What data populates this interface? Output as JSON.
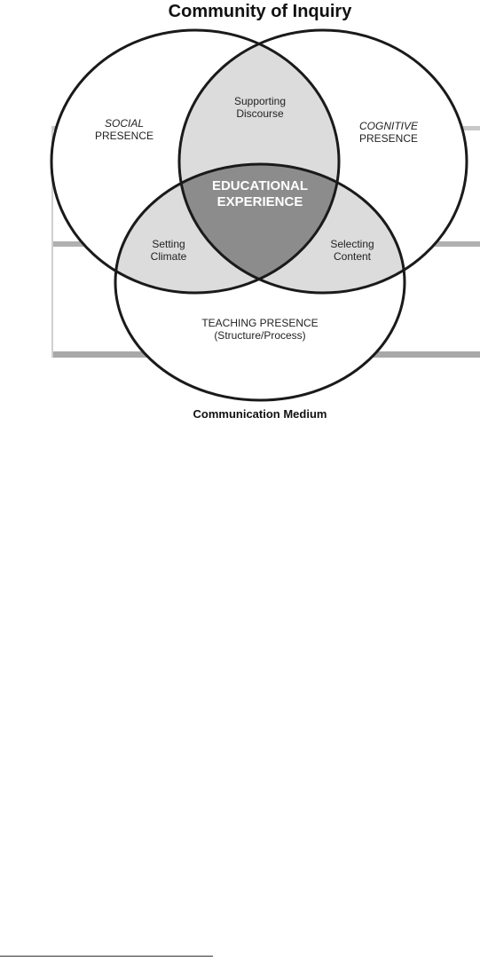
{
  "diagram": {
    "title": "Community of Inquiry",
    "circles": {
      "social": {
        "line1": "SOCIAL",
        "line2": "PRESENCE"
      },
      "cognitive": {
        "line1": "COGNITIVE",
        "line2": "PRESENCE"
      },
      "teaching": {
        "line1": "TEACHING PRESENCE",
        "line2": "(Structure/Process)"
      }
    },
    "overlaps": {
      "supporting_discourse": {
        "line1": "Supporting",
        "line2": "Discourse"
      },
      "setting_climate": {
        "line1": "Setting",
        "line2": "Climate"
      },
      "selecting_content": {
        "line1": "Selecting",
        "line2": "Content"
      }
    },
    "center": {
      "line1": "EDUCATIONAL",
      "line2": "EXPERIENCE"
    },
    "medium": "Communication Medium",
    "colors": {
      "outer_fill": "#ffffff",
      "pair_overlap_fill": "#dcdcdc",
      "center_fill": "#8c8c8c",
      "stroke": "#1a1a1a"
    }
  }
}
